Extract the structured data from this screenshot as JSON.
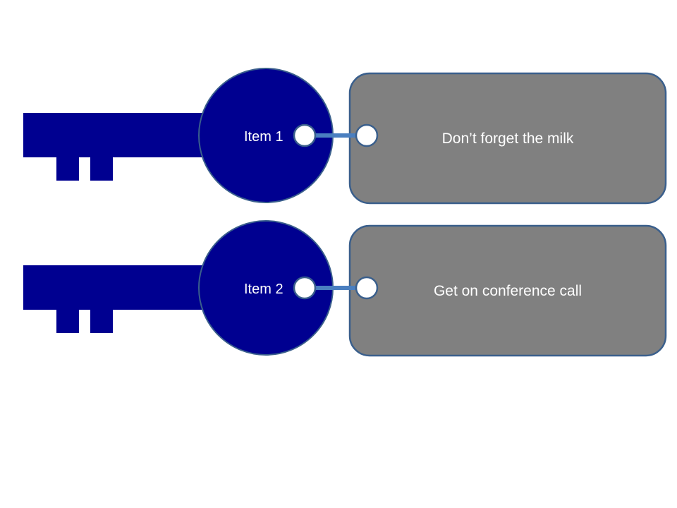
{
  "items": [
    {
      "key_label": "Item 1",
      "tag_text": "Don’t forget the milk"
    },
    {
      "key_label": "Item 2",
      "tag_text": "Get on conference call"
    }
  ],
  "colors": {
    "key_fill": "#000090",
    "key_stroke": "#3a5f8c",
    "tag_fill": "#808080",
    "tag_stroke": "#3a5f8c",
    "connector": "#4a7fc0",
    "hole_fill": "#ffffff",
    "hole_stroke": "#3a5f8c",
    "text": "#ffffff"
  }
}
